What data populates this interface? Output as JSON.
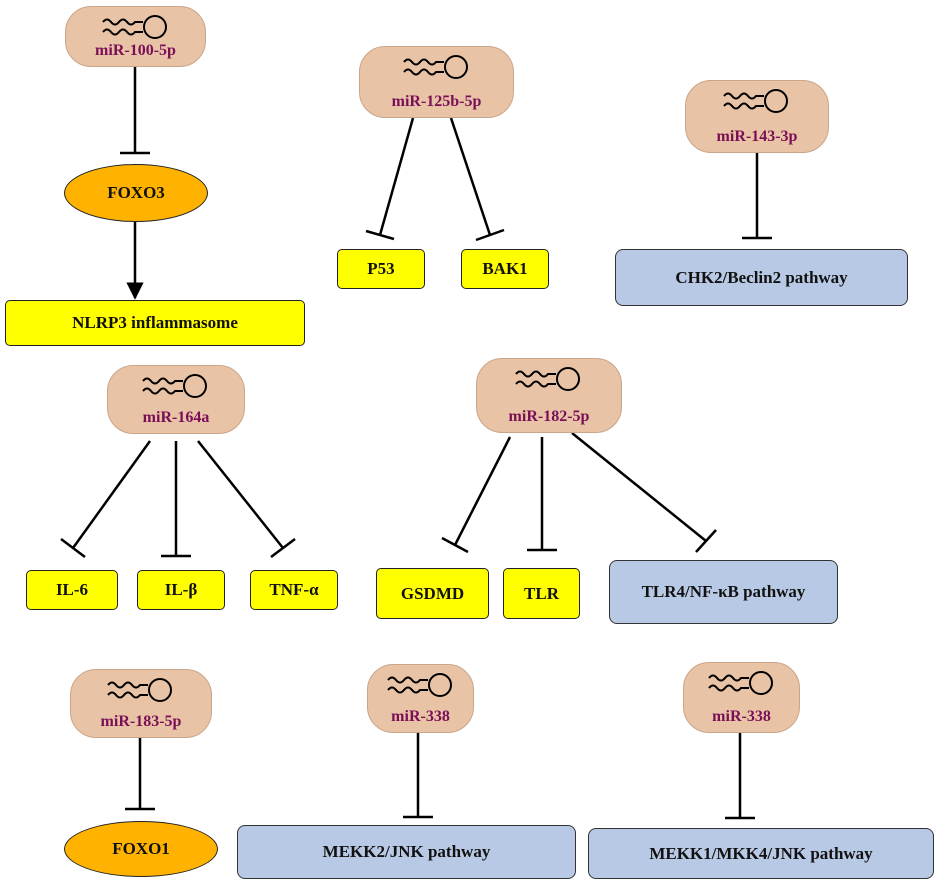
{
  "mirnas": {
    "m100": "miR-100-5p",
    "m125b": "miR-125b-5p",
    "m143": "miR-143-3p",
    "m164a": "miR-164a",
    "m182": "miR-182-5p",
    "m183": "miR-183-5p",
    "m338a": "miR-338",
    "m338b": "miR-338"
  },
  "targets": {
    "foxo3": "FOXO3",
    "nlrp3": "NLRP3 inflammasome",
    "p53": "P53",
    "bak1": "BAK1",
    "chk2": "CHK2/Beclin2 pathway",
    "il6": "IL-6",
    "ilb": "IL-β",
    "tnfa": "TNF-α",
    "gsdmd": "GSDMD",
    "tlr": "TLR",
    "tlr4": "TLR4/NF-κB pathway",
    "foxo1": "FOXO1",
    "mekk2": "MEKK2/JNK pathway",
    "mekk1": "MEKK1/MKK4/JNK pathway"
  },
  "colors": {
    "mirna_fill": "#e8c3a6",
    "mirna_text": "#7a0f57",
    "yellow_box": "#ffff00",
    "blue_box": "#b8c9e5",
    "oval_fill": "#ffb300"
  },
  "icons": {
    "mirna": "rna-hairpin-icon",
    "inhibition": "t-bar-inhibition",
    "activation": "arrowhead-activation"
  }
}
